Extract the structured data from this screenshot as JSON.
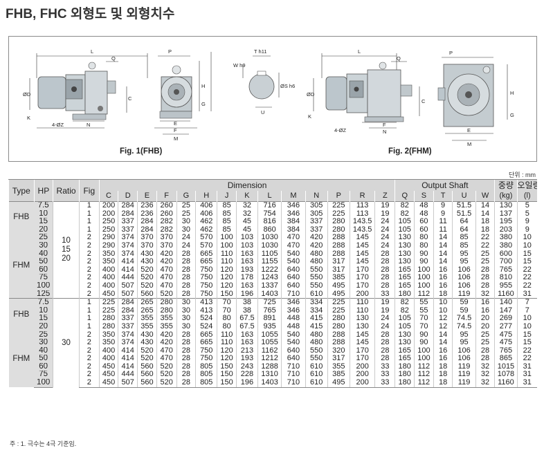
{
  "title": "FHB, FHC 외형도 및 외형치수",
  "figure": {
    "caption1": "Fig. 1(FHB)",
    "caption2": "Fig. 2(FHM)",
    "dims": {
      "L": "L",
      "P": "P",
      "Q": "Q",
      "D": "ØD",
      "C": "C",
      "H": "H",
      "K": "K",
      "G": "G",
      "N": "N",
      "M": "M",
      "F": "F",
      "Z": "4-ØZ",
      "E": "E",
      "W": "W h9",
      "T": "T h11",
      "S": "ØS h6",
      "U": "U"
    }
  },
  "unit_note": "단위 : mm",
  "table": {
    "headers": {
      "type": "Type",
      "hp": "HP",
      "ratio": "Ratio",
      "fig": "Fig",
      "dimension": "Dimension",
      "output_shaft": "Output Shaft",
      "weight": "중량",
      "weight_unit": "(kg)",
      "oil": "오일량",
      "oil_unit": "(l)"
    },
    "dim_cols": [
      "C",
      "D",
      "E",
      "F",
      "G",
      "H",
      "J",
      "K",
      "L",
      "M",
      "N",
      "P",
      "R",
      "Z"
    ],
    "shaft_cols": [
      "Q",
      "S",
      "T",
      "U",
      "W"
    ],
    "groups": [
      {
        "type": "FHB",
        "ratio": "",
        "rows": [
          [
            "7.5",
            "1",
            "200",
            "284",
            "236",
            "260",
            "25",
            "406",
            "85",
            "32",
            "716",
            "346",
            "305",
            "225",
            "113",
            "19",
            "82",
            "48",
            "9",
            "51.5",
            "14",
            "130",
            "5"
          ],
          [
            "10",
            "1",
            "200",
            "284",
            "236",
            "260",
            "25",
            "406",
            "85",
            "32",
            "754",
            "346",
            "305",
            "225",
            "113",
            "19",
            "82",
            "48",
            "9",
            "51.5",
            "14",
            "137",
            "5"
          ],
          [
            "15",
            "1",
            "250",
            "337",
            "284",
            "282",
            "30",
            "462",
            "85",
            "45",
            "816",
            "384",
            "337",
            "280",
            "143.5",
            "24",
            "105",
            "60",
            "11",
            "64",
            "18",
            "195",
            "9"
          ],
          [
            "20",
            "1",
            "250",
            "337",
            "284",
            "282",
            "30",
            "462",
            "85",
            "45",
            "860",
            "384",
            "337",
            "280",
            "143.5",
            "24",
            "105",
            "60",
            "11",
            "64",
            "18",
            "203",
            "9"
          ]
        ]
      },
      {
        "type": "FHM",
        "ratio": "10\n15\n20",
        "rows": [
          [
            "25",
            "2",
            "290",
            "374",
            "370",
            "370",
            "24",
            "570",
            "100",
            "103",
            "1030",
            "470",
            "420",
            "288",
            "145",
            "24",
            "130",
            "80",
            "14",
            "85",
            "22",
            "380",
            "10"
          ],
          [
            "30",
            "2",
            "290",
            "374",
            "370",
            "370",
            "24",
            "570",
            "100",
            "103",
            "1030",
            "470",
            "420",
            "288",
            "145",
            "24",
            "130",
            "80",
            "14",
            "85",
            "22",
            "380",
            "10"
          ],
          [
            "40",
            "2",
            "350",
            "374",
            "430",
            "420",
            "28",
            "665",
            "110",
            "163",
            "1105",
            "540",
            "480",
            "288",
            "145",
            "28",
            "130",
            "90",
            "14",
            "95",
            "25",
            "600",
            "15"
          ],
          [
            "50",
            "2",
            "350",
            "414",
            "430",
            "420",
            "28",
            "665",
            "110",
            "163",
            "1155",
            "540",
            "480",
            "317",
            "145",
            "28",
            "130",
            "90",
            "14",
            "95",
            "25",
            "700",
            "15"
          ],
          [
            "60",
            "2",
            "400",
            "414",
            "520",
            "470",
            "28",
            "750",
            "120",
            "193",
            "1222",
            "640",
            "550",
            "317",
            "170",
            "28",
            "165",
            "100",
            "16",
            "106",
            "28",
            "765",
            "22"
          ],
          [
            "75",
            "2",
            "400",
            "444",
            "520",
            "470",
            "28",
            "750",
            "120",
            "178",
            "1243",
            "640",
            "550",
            "385",
            "170",
            "28",
            "165",
            "100",
            "16",
            "106",
            "28",
            "810",
            "22"
          ],
          [
            "100",
            "2",
            "400",
            "507",
            "520",
            "470",
            "28",
            "750",
            "120",
            "163",
            "1337",
            "640",
            "550",
            "495",
            "170",
            "28",
            "165",
            "100",
            "16",
            "106",
            "28",
            "955",
            "22"
          ],
          [
            "125",
            "2",
            "450",
            "507",
            "560",
            "520",
            "28",
            "750",
            "150",
            "196",
            "1403",
            "710",
            "610",
            "495",
            "200",
            "33",
            "180",
            "112",
            "18",
            "119",
            "32",
            "1160",
            "31"
          ]
        ]
      },
      {
        "type": "FHB",
        "ratio": "",
        "rows": [
          [
            "7.5",
            "1",
            "225",
            "284",
            "265",
            "280",
            "30",
            "413",
            "70",
            "38",
            "725",
            "346",
            "334",
            "225",
            "110",
            "19",
            "82",
            "55",
            "10",
            "59",
            "16",
            "140",
            "7"
          ],
          [
            "10",
            "1",
            "225",
            "284",
            "265",
            "280",
            "30",
            "413",
            "70",
            "38",
            "765",
            "346",
            "334",
            "225",
            "110",
            "19",
            "82",
            "55",
            "10",
            "59",
            "16",
            "147",
            "7"
          ],
          [
            "15",
            "1",
            "280",
            "337",
            "355",
            "355",
            "30",
            "524",
            "80",
            "67.5",
            "891",
            "448",
            "415",
            "280",
            "130",
            "24",
            "105",
            "70",
            "12",
            "74.5",
            "20",
            "269",
            "10"
          ],
          [
            "20",
            "1",
            "280",
            "337",
            "355",
            "355",
            "30",
            "524",
            "80",
            "67.5",
            "935",
            "448",
            "415",
            "280",
            "130",
            "24",
            "105",
            "70",
            "12",
            "74.5",
            "20",
            "277",
            "10"
          ]
        ]
      },
      {
        "type": "FHM",
        "ratio": "30",
        "rows": [
          [
            "25",
            "2",
            "350",
            "374",
            "430",
            "420",
            "28",
            "665",
            "110",
            "163",
            "1055",
            "540",
            "480",
            "288",
            "145",
            "28",
            "130",
            "90",
            "14",
            "95",
            "25",
            "475",
            "15"
          ],
          [
            "30",
            "2",
            "350",
            "374",
            "430",
            "420",
            "28",
            "665",
            "110",
            "163",
            "1055",
            "540",
            "480",
            "288",
            "145",
            "28",
            "130",
            "90",
            "14",
            "95",
            "25",
            "475",
            "15"
          ],
          [
            "40",
            "2",
            "400",
            "414",
            "520",
            "470",
            "28",
            "750",
            "120",
            "213",
            "1162",
            "640",
            "550",
            "320",
            "170",
            "28",
            "165",
            "100",
            "16",
            "106",
            "28",
            "765",
            "22"
          ],
          [
            "50",
            "2",
            "400",
            "414",
            "520",
            "470",
            "28",
            "750",
            "120",
            "193",
            "1212",
            "640",
            "550",
            "317",
            "170",
            "28",
            "165",
            "100",
            "16",
            "106",
            "28",
            "865",
            "22"
          ],
          [
            "60",
            "2",
            "450",
            "414",
            "560",
            "520",
            "28",
            "805",
            "150",
            "243",
            "1288",
            "710",
            "610",
            "355",
            "200",
            "33",
            "180",
            "112",
            "18",
            "119",
            "32",
            "1015",
            "31"
          ],
          [
            "75",
            "2",
            "450",
            "444",
            "560",
            "520",
            "28",
            "805",
            "150",
            "228",
            "1310",
            "710",
            "610",
            "385",
            "200",
            "33",
            "180",
            "112",
            "18",
            "119",
            "32",
            "1078",
            "31"
          ],
          [
            "100",
            "2",
            "450",
            "507",
            "560",
            "520",
            "28",
            "805",
            "150",
            "196",
            "1403",
            "710",
            "610",
            "495",
            "200",
            "33",
            "180",
            "112",
            "18",
            "119",
            "32",
            "1160",
            "31"
          ]
        ]
      }
    ]
  },
  "footnote": "주 : 1. 극수는 4극 기준임."
}
